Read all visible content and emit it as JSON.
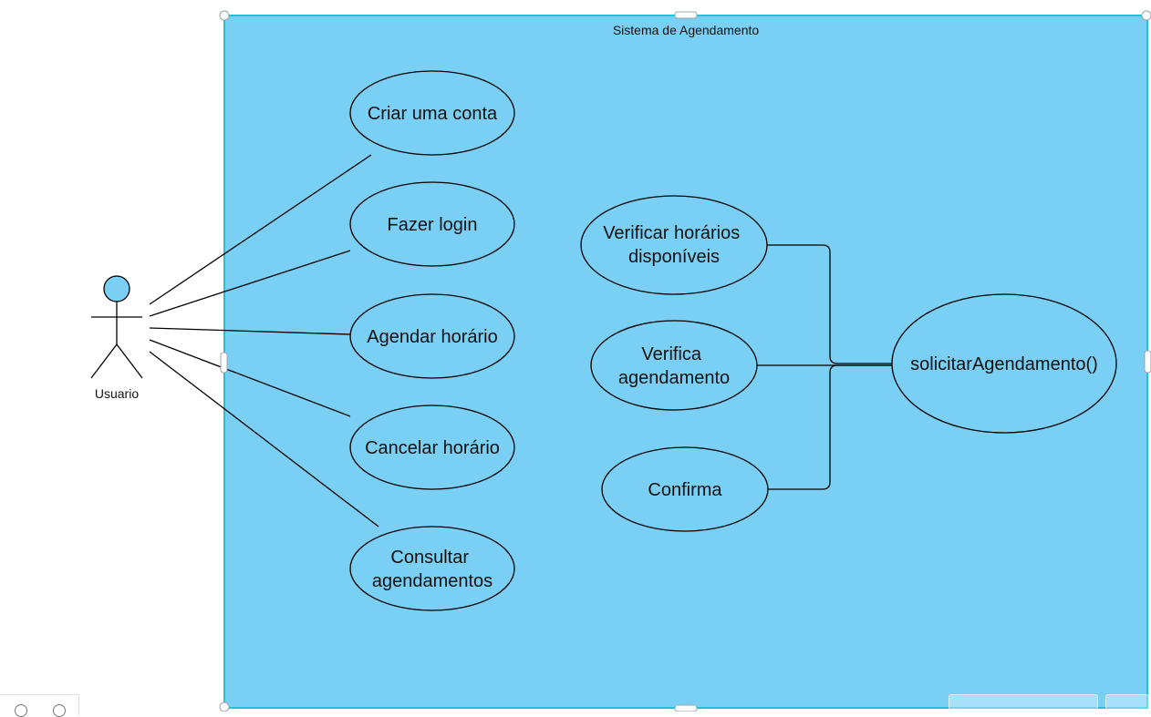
{
  "diagram": {
    "system_title": "Sistema de Agendamento",
    "actor_label": "Usuario",
    "use_cases": [
      {
        "id": "criar",
        "lines": [
          "Criar uma conta"
        ]
      },
      {
        "id": "login",
        "lines": [
          "Fazer login"
        ]
      },
      {
        "id": "agendar",
        "lines": [
          "Agendar horário"
        ]
      },
      {
        "id": "cancelar",
        "lines": [
          "Cancelar horário"
        ]
      },
      {
        "id": "consultar",
        "lines": [
          "Consultar",
          "agendamentos"
        ]
      },
      {
        "id": "verificar-horarios",
        "lines": [
          "Verificar horários",
          "disponíveis"
        ]
      },
      {
        "id": "verifica-agendamento",
        "lines": [
          "Verifica",
          "agendamento"
        ]
      },
      {
        "id": "confirma",
        "lines": [
          "Confirma"
        ]
      },
      {
        "id": "solicitar",
        "lines": [
          "solicitarAgendamento()"
        ]
      }
    ]
  },
  "colors": {
    "boundary_fill": "#79cff4",
    "boundary_stroke": "#1ec3d6",
    "line": "#000000",
    "text": "#111111"
  }
}
